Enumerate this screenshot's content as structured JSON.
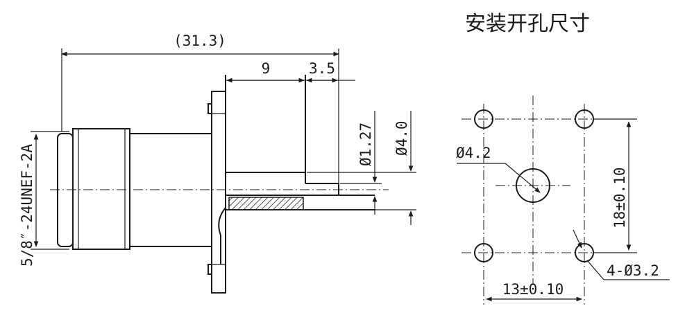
{
  "title": "安装开孔尺寸",
  "side_view": {
    "overall_length": "(31.3)",
    "dim_9": "9",
    "dim_3_5": "3.5",
    "pin_diameter": "Ø1.27",
    "insulator_diameter": "Ø4.0",
    "thread_spec": "5/8″-24UNEF-2A"
  },
  "panel_cutout": {
    "center_hole": "Ø4.2",
    "vertical_spacing": "18±0.10",
    "horizontal_spacing": "13±0.10",
    "mount_holes": "4-Ø3.2"
  }
}
